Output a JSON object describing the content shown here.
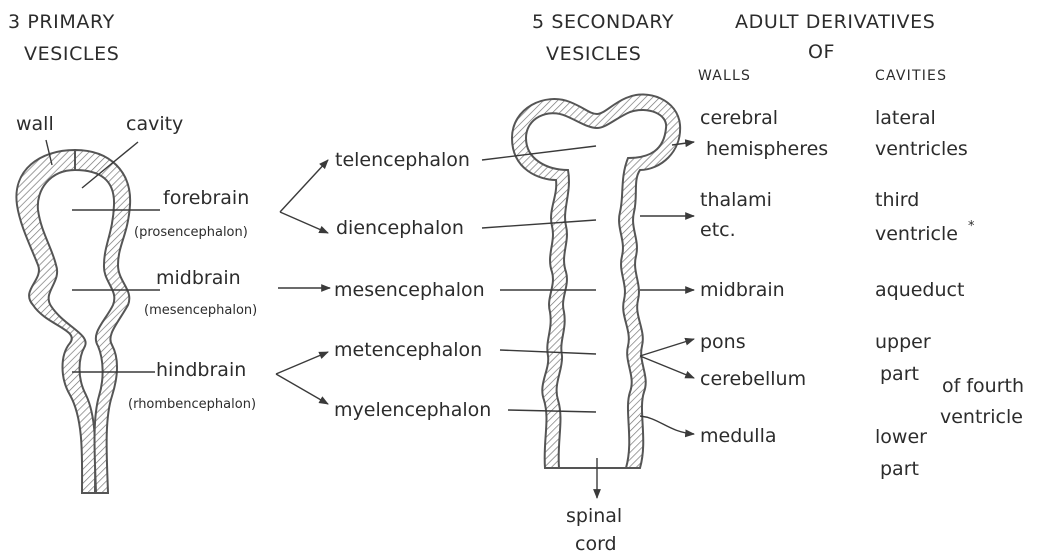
{
  "colors": {
    "ink": "#2c2c2c",
    "line": "#3a3a3a"
  },
  "headers": {
    "primary_line1": "3 PRIMARY",
    "primary_line2": "VESICLES",
    "secondary_line1": "5 SECONDARY",
    "secondary_line2": "VESICLES",
    "adult_line1": "ADULT DERIVATIVES",
    "adult_line2": "OF",
    "walls": "WALLS",
    "cavities": "CAVITIES"
  },
  "primary_tube": {
    "wall_label": "wall",
    "cavity_label": "cavity"
  },
  "primary_vesicles": [
    {
      "name": "forebrain",
      "latin": "(prosencephalon)"
    },
    {
      "name": "midbrain",
      "latin": "(mesencephalon)"
    },
    {
      "name": "hindbrain",
      "latin": "(rhombencephalon)"
    }
  ],
  "secondary_vesicles": [
    "telencephalon",
    "diencephalon",
    "mesencephalon",
    "metencephalon",
    "myelencephalon"
  ],
  "walls": {
    "cerebral_1": "cerebral",
    "cerebral_2": "hemispheres",
    "thalami_1": "thalami",
    "thalami_2": "etc.",
    "midbrain": "midbrain",
    "pons": "pons",
    "cerebellum": "cerebellum",
    "medulla": "medulla"
  },
  "cavities": {
    "lateral_1": "lateral",
    "lateral_2": "ventricles",
    "third_1": "third",
    "third_2": "ventricle",
    "third_mark": "*",
    "aqueduct": "aqueduct",
    "upper_1": "upper",
    "upper_2": "part",
    "fourth_1": "of fourth",
    "fourth_2": "ventricle",
    "lower_1": "lower",
    "lower_2": "part"
  },
  "spinal": {
    "line1": "spinal",
    "line2": "cord"
  }
}
